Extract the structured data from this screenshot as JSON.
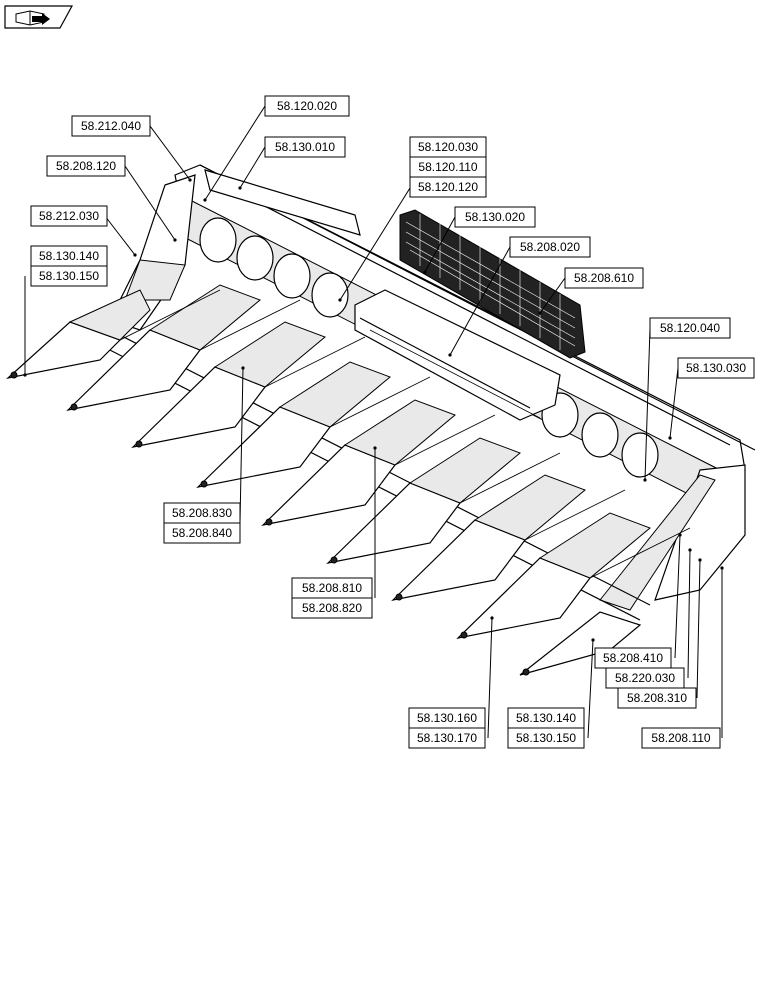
{
  "header": {
    "icon": "book-arrow-icon"
  },
  "labels": [
    {
      "id": "l1",
      "text": "58.120.020"
    },
    {
      "id": "l2",
      "text": "58.212.040"
    },
    {
      "id": "l3",
      "text": "58.130.010"
    },
    {
      "id": "l4",
      "text": "58.208.120"
    },
    {
      "id": "l5",
      "text": "58.120.030"
    },
    {
      "id": "l6",
      "text": "58.120.110"
    },
    {
      "id": "l7",
      "text": "58.120.120"
    },
    {
      "id": "l8",
      "text": "58.212.030"
    },
    {
      "id": "l9",
      "text": "58.130.020"
    },
    {
      "id": "l10",
      "text": "58.208.020"
    },
    {
      "id": "l11",
      "text": "58.130.140"
    },
    {
      "id": "l12",
      "text": "58.130.150"
    },
    {
      "id": "l13",
      "text": "58.208.610"
    },
    {
      "id": "l14",
      "text": "58.120.040"
    },
    {
      "id": "l15",
      "text": "58.130.030"
    },
    {
      "id": "l16",
      "text": "58.208.830"
    },
    {
      "id": "l17",
      "text": "58.208.840"
    },
    {
      "id": "l18",
      "text": "58.208.810"
    },
    {
      "id": "l19",
      "text": "58.208.820"
    },
    {
      "id": "l20",
      "text": "58.208.410"
    },
    {
      "id": "l21",
      "text": "58.220.030"
    },
    {
      "id": "l22",
      "text": "58.208.310"
    },
    {
      "id": "l23",
      "text": "58.130.160"
    },
    {
      "id": "l24",
      "text": "58.130.170"
    },
    {
      "id": "l25",
      "text": "58.130.140"
    },
    {
      "id": "l26",
      "text": "58.130.150"
    },
    {
      "id": "l27",
      "text": "58.208.110"
    }
  ]
}
